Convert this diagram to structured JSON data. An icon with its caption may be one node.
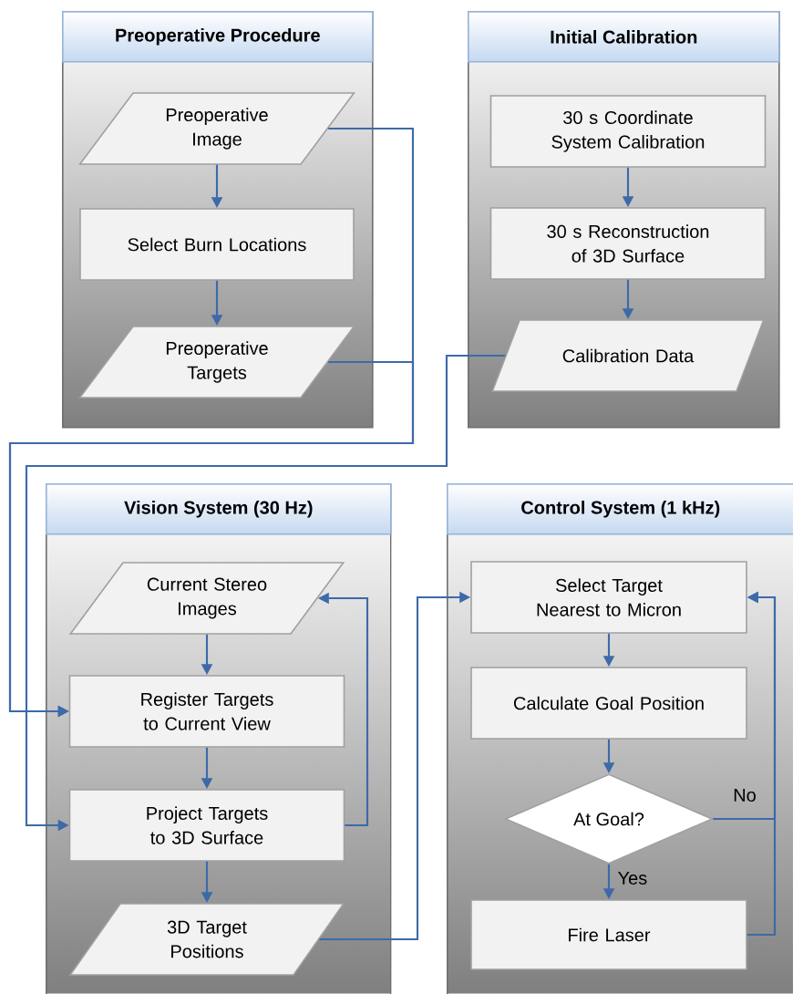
{
  "diagram": {
    "nodes": [
      {
        "text": [
          "Preoperative Procedure"
        ]
      },
      {
        "text": [
          "Preoperative Image"
        ],
        "in": 0
      },
      {
        "text": [
          "Select Burn Locations"
        ],
        "in": 0
      },
      {
        "text": [
          "Preoperative Targets"
        ],
        "in": 0
      },
      {
        "text": [
          "Initial Calibration"
        ]
      },
      {
        "text": [
          "30 s Coordinate System Calibration"
        ],
        "in": 4
      },
      {
        "text": [
          "30 s Reconstruction of 3D Surface"
        ],
        "in": 4
      },
      {
        "text": [
          "Calibration Data"
        ],
        "in": 4
      },
      {
        "text": [
          "Vision System (30 Hz)"
        ]
      },
      {
        "text": [
          "Current Stereo Images"
        ],
        "in": 8
      },
      {
        "text": [
          "Register Targets to Current View"
        ],
        "in": 8
      },
      {
        "text": [
          "Project Targets to 3D Surface"
        ],
        "in": 8
      },
      {
        "text": [
          "3D Target Positions"
        ],
        "in": 8
      },
      {
        "text": [
          "Control System (1 kHz)"
        ]
      },
      {
        "text": [
          "Select Target Nearest to Micron"
        ],
        "in": 13
      },
      {
        "text": [
          "Calculate Goal Position"
        ],
        "in": 13
      },
      {
        "text": [
          "At Goal?"
        ],
        "in": 13
      },
      {
        "text": [
          "Fire Laser"
        ],
        "in": 13
      }
    ],
    "edges": [
      {
        "from": 1,
        "to": 2,
        "arrow": "to"
      },
      {
        "from": 2,
        "to": 3,
        "arrow": "to"
      },
      {
        "from": 1,
        "to": 10,
        "arrow": "to"
      },
      {
        "from": 3,
        "to": 10,
        "arrow": "to"
      },
      {
        "from": 5,
        "to": 6,
        "arrow": "to"
      },
      {
        "from": 6,
        "to": 7,
        "arrow": "to"
      },
      {
        "from": 7,
        "to": 11,
        "arrow": "to"
      },
      {
        "from": 9,
        "to": 10,
        "arrow": "to"
      },
      {
        "from": 10,
        "to": 11,
        "arrow": "to"
      },
      {
        "from": 11,
        "to": 9,
        "arrow": "to"
      },
      {
        "from": 11,
        "to": 12,
        "arrow": "to"
      },
      {
        "from": 12,
        "to": 14,
        "arrow": "to"
      },
      {
        "from": 14,
        "to": 15,
        "arrow": "to"
      },
      {
        "from": 15,
        "to": 16,
        "arrow": "to"
      },
      {
        "from": 16,
        "to": 17,
        "arrow": "to",
        "label": "Yes"
      },
      {
        "from": 16,
        "to": 14,
        "arrow": "to",
        "label": "No"
      },
      {
        "from": 17,
        "to": 14,
        "arrow": "to"
      }
    ]
  }
}
